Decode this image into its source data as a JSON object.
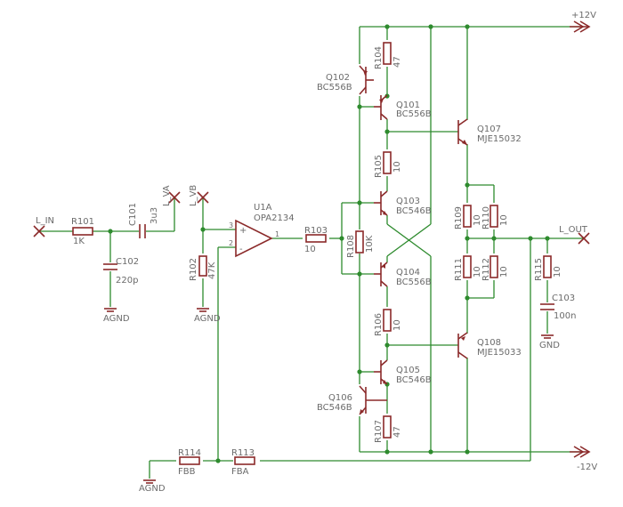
{
  "power": {
    "pos": "+12V",
    "neg": "-12V"
  },
  "ports": {
    "in": "L_IN",
    "va": "L_VA",
    "vb": "L_VB",
    "out": "L_OUT"
  },
  "grounds": {
    "agnd": "AGND",
    "gnd": "GND"
  },
  "resistors": {
    "r101": {
      "name": "R101",
      "value": "1K"
    },
    "r102": {
      "name": "R102",
      "value": "47K"
    },
    "r103": {
      "name": "R103",
      "value": "10"
    },
    "r104": {
      "name": "R104",
      "value": "47"
    },
    "r105": {
      "name": "R105",
      "value": "10"
    },
    "r106": {
      "name": "R106",
      "value": "10"
    },
    "r107": {
      "name": "R107",
      "value": "47"
    },
    "r108": {
      "name": "R108",
      "value": "10K"
    },
    "r109": {
      "name": "R109",
      "value": "10"
    },
    "r110": {
      "name": "R110",
      "value": "10"
    },
    "r111": {
      "name": "R111",
      "value": "10"
    },
    "r112": {
      "name": "R112",
      "value": "10"
    },
    "r113": {
      "name": "R113",
      "value": "FBA"
    },
    "r114": {
      "name": "R114",
      "value": "FBB"
    },
    "r115": {
      "name": "R115",
      "value": "10"
    }
  },
  "capacitors": {
    "c101": {
      "name": "C101",
      "value": "3u3"
    },
    "c102": {
      "name": "C102",
      "value": "220p"
    },
    "c103": {
      "name": "C103",
      "value": "100n"
    }
  },
  "transistors": {
    "q101": {
      "name": "Q101",
      "type": "BC556B"
    },
    "q102": {
      "name": "Q102",
      "type": "BC556B"
    },
    "q103": {
      "name": "Q103",
      "type": "BC546B"
    },
    "q104": {
      "name": "Q104",
      "type": "BC556B"
    },
    "q105": {
      "name": "Q105",
      "type": "BC546B"
    },
    "q106": {
      "name": "Q106",
      "type": "BC546B"
    },
    "q107": {
      "name": "Q107",
      "type": "MJE15032"
    },
    "q108": {
      "name": "Q108",
      "type": "MJE15033"
    }
  },
  "opamp": {
    "name": "U1A",
    "type": "OPA2134",
    "pin_pos": "+",
    "pin_neg": "-",
    "pin3": "3",
    "pin2": "2",
    "pin1": "1"
  },
  "colors": {
    "wire": "#2e8b2e",
    "part": "#8b2a2a",
    "text": "#6b6b6b"
  }
}
